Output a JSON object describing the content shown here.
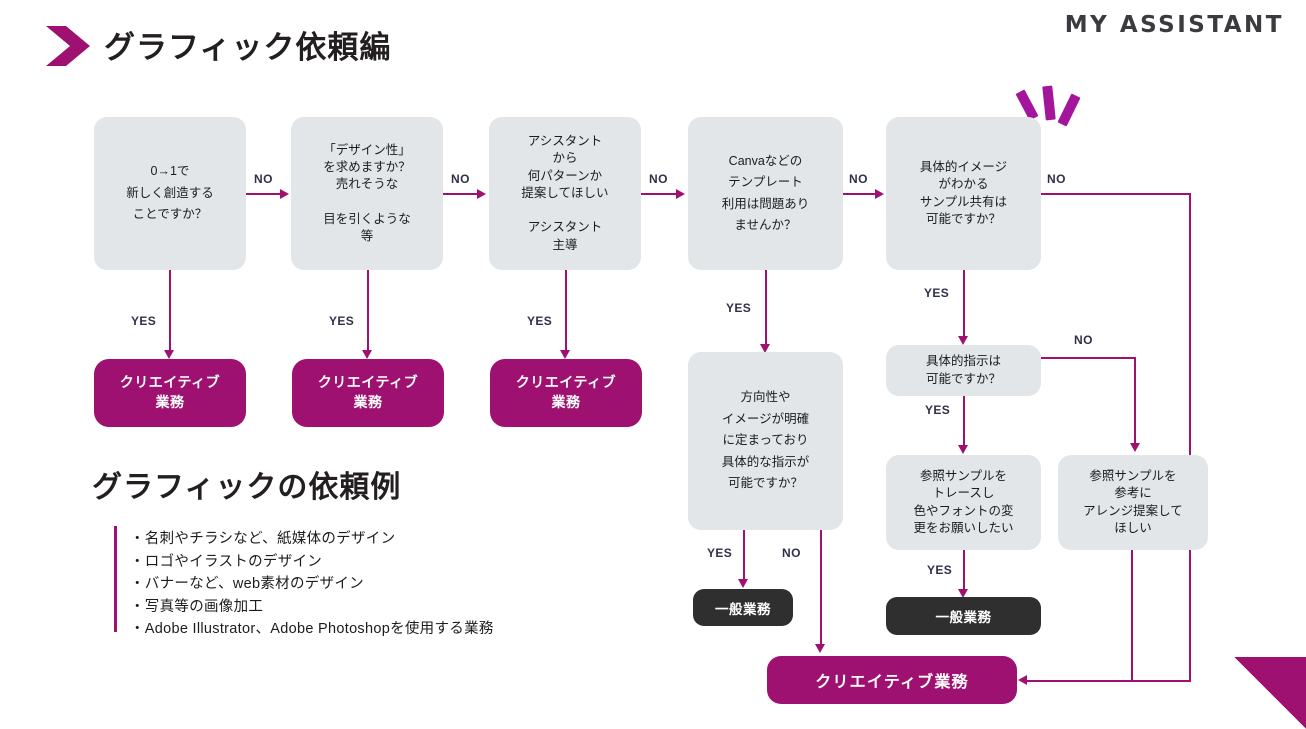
{
  "header": {
    "title": "グラフィック依頼編",
    "brand": "MY ASSISTANT",
    "chevron_icon": "chevron-right-icon",
    "accent_color": "#9e1170",
    "title_color": "#231f20"
  },
  "palette": {
    "question_box": "#e2e6e9",
    "creative_box": "#9e1170",
    "general_box": "#2f2f2f",
    "edge": "#9e1170",
    "edge_label": "#30304a",
    "sparkle": "#a3159b"
  },
  "flow": {
    "questions": [
      {
        "id": "q1",
        "text": "0→1で\n新しく創造する\nことですか？"
      },
      {
        "id": "q2",
        "text": "「デザイン性」\nを求めますか？\n売れそうな\n\n目を引くような\n等"
      },
      {
        "id": "q3",
        "text": "アシスタント\nから\n何パターンか\n提案してほしい\n\nアシスタント\n主導"
      },
      {
        "id": "q4",
        "text": "Canvaなどの\nテンプレート\n利用は問題あり\nませんか？"
      },
      {
        "id": "q5",
        "text": "具体的イメージ\nがわかる\nサンプル共有は\n可能ですか？"
      },
      {
        "id": "q6",
        "text": "方向性や\nイメージが明確\nに定まっており\n具体的な指示が\n可能ですか？"
      },
      {
        "id": "q7",
        "text": "具体的指示は\n可能ですか？"
      },
      {
        "id": "q8",
        "text": "参照サンプルを\nトレースし\n色やフォントの変\n更をお願いしたい"
      },
      {
        "id": "q9",
        "text": "参照サンプルを\n参考に\nアレンジ提案して\nほしい"
      }
    ],
    "results": {
      "creative_1": "クリエイティブ\n業務",
      "creative_2": "クリエイティブ\n業務",
      "creative_3": "クリエイティブ\n業務",
      "general_1": "一般業務",
      "general_2": "一般業務",
      "creative_wide": "クリエイティブ業務"
    },
    "edge_labels": {
      "no_1": "NO",
      "no_2": "NO",
      "no_3": "NO",
      "no_4": "NO",
      "no_5": "NO",
      "yes_1": "YES",
      "yes_2": "YES",
      "yes_3": "YES",
      "yes_4": "YES",
      "yes_5": "YES",
      "yes_6": "YES",
      "no_6": "NO",
      "no_7": "NO",
      "yes_7": "YES"
    }
  },
  "examples": {
    "title": "グラフィックの依頼例",
    "items": [
      "・名刺やチラシなど、紙媒体のデザイン",
      "・ロゴやイラストのデザイン",
      "・バナーなど、web素材のデザイン",
      "・写真等の画像加工",
      "・Adobe Illustrator、Adobe Photoshopを使用する業務"
    ]
  }
}
